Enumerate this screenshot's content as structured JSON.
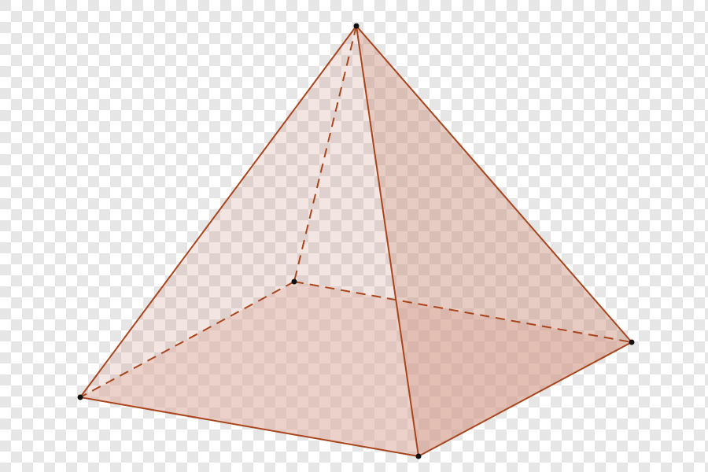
{
  "figure": {
    "subject": "square pyramid",
    "colors": {
      "edge": "#a8451c",
      "vertex": "#111111",
      "face_fill": "#c98e7c",
      "base_fill": "#e9c2b8",
      "checker_light": "#ffffff",
      "checker_dark": "#e6e6e6"
    },
    "vertices": [
      "apex",
      "base-front-left",
      "base-front-right",
      "base-back-right",
      "base-back-left"
    ],
    "visible_edges": [
      [
        "apex",
        "base-front-left"
      ],
      [
        "apex",
        "base-front-right"
      ],
      [
        "apex",
        "base-back-right"
      ],
      [
        "base-front-left",
        "base-front-right"
      ],
      [
        "base-front-right",
        "base-back-right"
      ]
    ],
    "hidden_edges": [
      [
        "apex",
        "base-back-left"
      ],
      [
        "base-back-left",
        "base-front-left"
      ],
      [
        "base-back-left",
        "base-back-right"
      ]
    ],
    "edge_style_visible": "solid",
    "edge_style_hidden": "dashed"
  }
}
